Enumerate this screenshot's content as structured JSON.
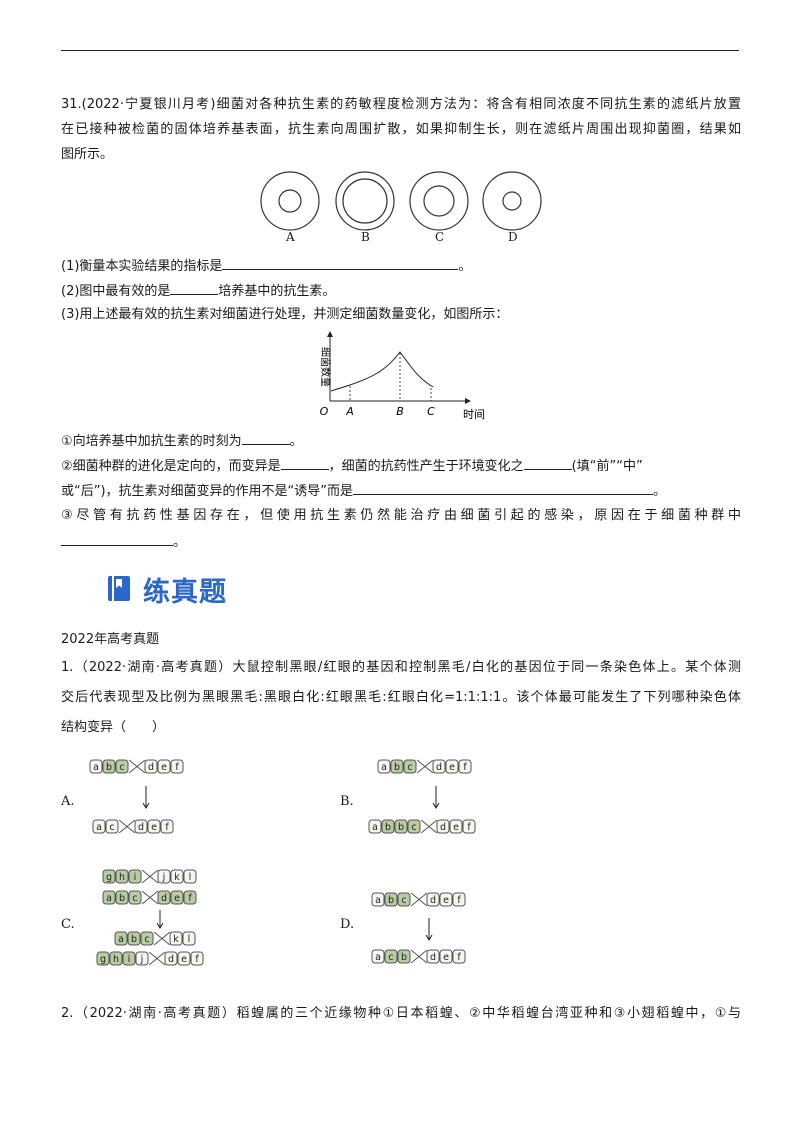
{
  "q31": {
    "line1": "31.(2022·宁夏银川月考)细菌对各种抗生素的药敏程度检测方法为：将含有相同浓度不同抗生素的滤纸片放置",
    "line2": "在已接种被检菌的固体培养基表面，抗生素向周围扩散，如果抑制生长，则在滤纸片周围出现抑菌圈，结果如",
    "line3": "图所示。",
    "plate_labels": [
      "A",
      "B",
      "C",
      "D"
    ],
    "s1_pre": "(1)衡量本实验结果的指标是",
    "s1_post": "。",
    "s2_pre": "(2)图中最有效的是",
    "s2_post": "培养基中的抗生素。",
    "s3": "(3)用上述最有效的抗生素对细菌进行处理，并测定细菌数量变化，如图所示：",
    "graph": {
      "ylabel": "细菌数量",
      "xlabel": "时间",
      "origin": "O",
      "ticks": [
        "A",
        "B",
        "C"
      ]
    },
    "sub1_pre": "①向培养基中加抗生素的时刻为",
    "sub1_post": "。",
    "sub2_a": "②细菌种群的进化是定向的，而变异是",
    "sub2_b": "，细菌的抗药性产生于环境变化之",
    "sub2_c": "(填“前”“中”",
    "sub2_d": "或“后”)，抗生素对细菌变异的作用不是“诱导”而是",
    "sub2_e": "。",
    "sub3": "③尽管有抗药性基因存在，但使用抗生素仍然能治疗由细菌引起的感染，原因在于细菌种群中",
    "sub3_end": "。"
  },
  "section": {
    "title": "练真题",
    "accent": "#2a67c9"
  },
  "subhead": "2022年高考真题",
  "q1": {
    "line1": "1.（2022·湖南·高考真题）大鼠控制黑眼/红眼的基因和控制黑毛/白化的基因位于同一条染色体上。某个体测",
    "line2": "交后代表现型及比例为黑眼黑毛:黑眼白化:红眼黑毛:红眼白化=1:1:1:1。该个体最可能发生了下列哪种染色体",
    "line3": "结构变异（　　）",
    "options": [
      "A.",
      "B.",
      "C.",
      "D."
    ],
    "chromo": {
      "A_top": [
        "a",
        "b",
        "c",
        "d",
        "e",
        "f"
      ],
      "A_bottom": [
        "a",
        "c",
        "d",
        "e",
        "f"
      ],
      "B_top": [
        "a",
        "b",
        "c",
        "d",
        "e",
        "f"
      ],
      "B_bottom": [
        "a",
        "b",
        "b",
        "c",
        "d",
        "e",
        "f"
      ],
      "C_top1": [
        "g",
        "h",
        "i",
        "j",
        "k",
        "l"
      ],
      "C_top2": [
        "a",
        "b",
        "c",
        "d",
        "e",
        "f"
      ],
      "C_bottom1": [
        "a",
        "b",
        "c",
        "k",
        "l"
      ],
      "C_bottom2": [
        "g",
        "h",
        "i",
        "j",
        "d",
        "e",
        "f"
      ],
      "D_top": [
        "a",
        "b",
        "c",
        "d",
        "e",
        "f"
      ],
      "D_bottom": [
        "a",
        "c",
        "b",
        "d",
        "e",
        "f"
      ]
    }
  },
  "q2": {
    "line1": "2.（2022·湖南·高考真题）稻蝗属的三个近缘物种①日本稻蝗、②中华稻蝗台湾亚种和③小翅稻蝗中，①与"
  }
}
